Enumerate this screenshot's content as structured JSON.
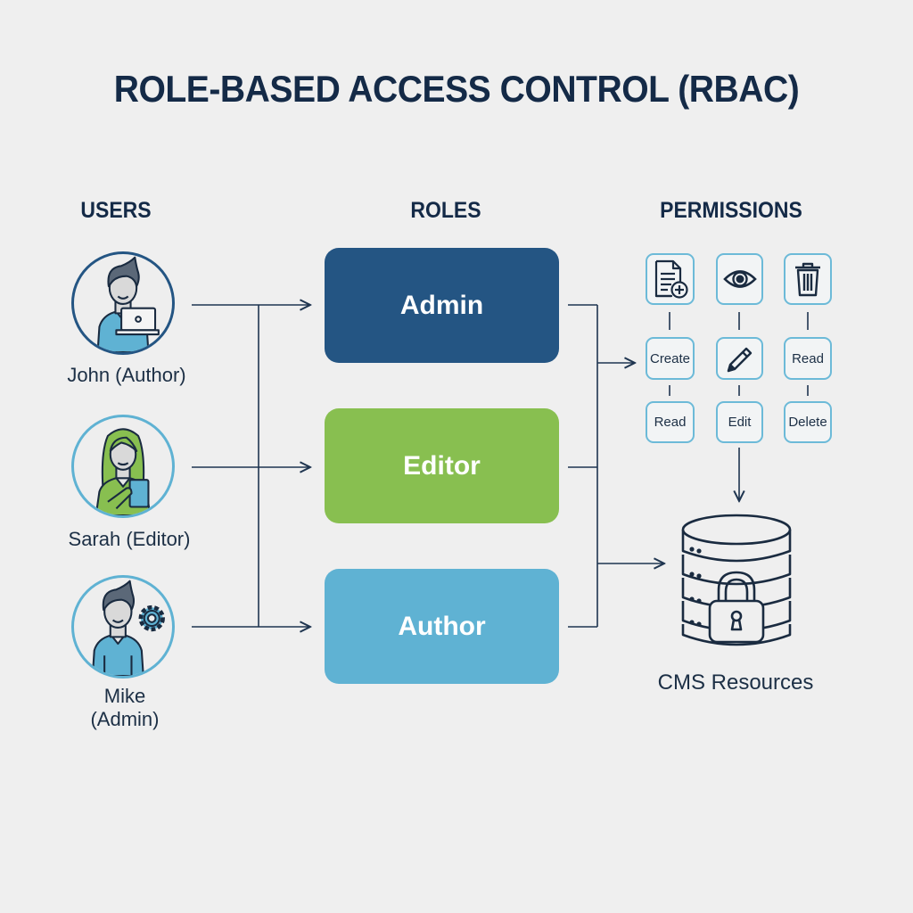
{
  "title": "ROLE-BASED ACCESS CONTROL (RBAC)",
  "columns": {
    "users": "USERS",
    "roles": "ROLES",
    "permissions": "PERMISSIONS"
  },
  "users": [
    {
      "name": "John (Author)",
      "icon": "user-with-laptop-icon"
    },
    {
      "name": "Sarah (Editor)",
      "icon": "user-with-tablet-icon"
    },
    {
      "name_line1": "Mike",
      "name_line2": "(Admin)",
      "icon": "user-with-gear-icon"
    }
  ],
  "roles": [
    {
      "label": "Admin",
      "color": "#245583"
    },
    {
      "label": "Editor",
      "color": "#88bf50"
    },
    {
      "label": "Author",
      "color": "#5fb2d3"
    }
  ],
  "permissions": {
    "grid": [
      [
        {
          "type": "icon",
          "icon": "document-add-icon"
        },
        {
          "type": "icon",
          "icon": "eye-icon"
        },
        {
          "type": "icon",
          "icon": "trash-icon"
        }
      ],
      [
        {
          "type": "text",
          "label": "Create"
        },
        {
          "type": "icon",
          "icon": "pencil-icon"
        },
        {
          "type": "text",
          "label": "Read"
        }
      ],
      [
        {
          "type": "text",
          "label": "Read"
        },
        {
          "type": "text",
          "label": "Edit"
        },
        {
          "type": "text",
          "label": "Delete"
        }
      ]
    ],
    "border_color": "#6cbad8"
  },
  "resource": {
    "label": "CMS Resources",
    "icon": "locked-database-icon"
  },
  "colors": {
    "background": "#efefef",
    "text_dark": "#142a47",
    "line": "#1f3550",
    "avatar_border_dark": "#245583",
    "avatar_border_light": "#5fb2d3"
  }
}
